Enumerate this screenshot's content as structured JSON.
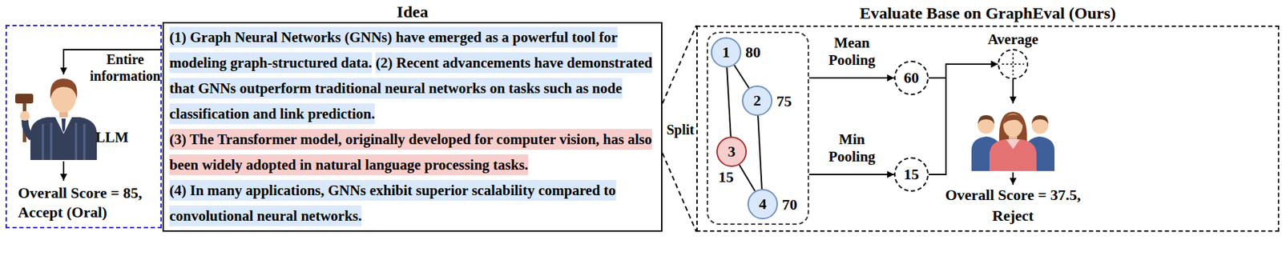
{
  "diagram": {
    "nodes": [
      {
        "text": [
          "Overall Score = 85, Accept (Oral)"
        ]
      },
      {
        "text": [
          "LLM"
        ],
        "in": 0
      },
      {
        "text": [
          "Idea"
        ]
      },
      {
        "text": [
          "(1) Graph Neural Networks (GNNs) have emerged as a powerful tool for modeling graph-structured data."
        ],
        "in": 2
      },
      {
        "text": [
          "(2) Recent advancements have demonstrated that GNNs outperform traditional neural networks on tasks such as node classification and link prediction."
        ],
        "in": 2
      },
      {
        "text": [
          "(3) The Transformer model, originally developed for computer vision, has also been widely adopted in natural language processing tasks."
        ],
        "in": 2
      },
      {
        "text": [
          "(4) In many applications, GNNs exhibit superior scalability compared to convolutional neural networks."
        ],
        "in": 2
      },
      {
        "text": [
          "Evaluate Base on GraphEval (Ours)"
        ]
      },
      {
        "text": [
          "Split"
        ],
        "in": 7
      },
      {
        "text": [
          "1",
          "80"
        ],
        "in": 8
      },
      {
        "text": [
          "2",
          "75"
        ],
        "in": 8
      },
      {
        "text": [
          "3",
          "15"
        ],
        "in": 8
      },
      {
        "text": [
          "4",
          "70"
        ],
        "in": 8
      },
      {
        "text": [
          "60"
        ],
        "in": 7
      },
      {
        "text": [
          "15"
        ],
        "in": 7
      },
      {
        "text": [
          "Average"
        ],
        "in": 7
      },
      {
        "text": [
          "Overall Score = 37.5, Reject"
        ],
        "in": 7
      }
    ],
    "edges": [
      {
        "from": 2,
        "to": 1,
        "arrow": "to",
        "label": "Entire information"
      },
      {
        "from": 9,
        "to": 10,
        "arrow": "none"
      },
      {
        "from": 9,
        "to": 11,
        "arrow": "none"
      },
      {
        "from": 10,
        "to": 12,
        "arrow": "none"
      },
      {
        "from": 11,
        "to": 12,
        "arrow": "none"
      },
      {
        "from": 8,
        "to": 13,
        "arrow": "to",
        "label": "Mean Pooling"
      },
      {
        "from": 8,
        "to": 14,
        "arrow": "to",
        "label": "Min Pooling"
      },
      {
        "from": 13,
        "to": 15,
        "arrow": "to"
      },
      {
        "from": 14,
        "to": 15,
        "arrow": "to"
      },
      {
        "from": 15,
        "to": 16,
        "arrow": "to"
      }
    ]
  }
}
